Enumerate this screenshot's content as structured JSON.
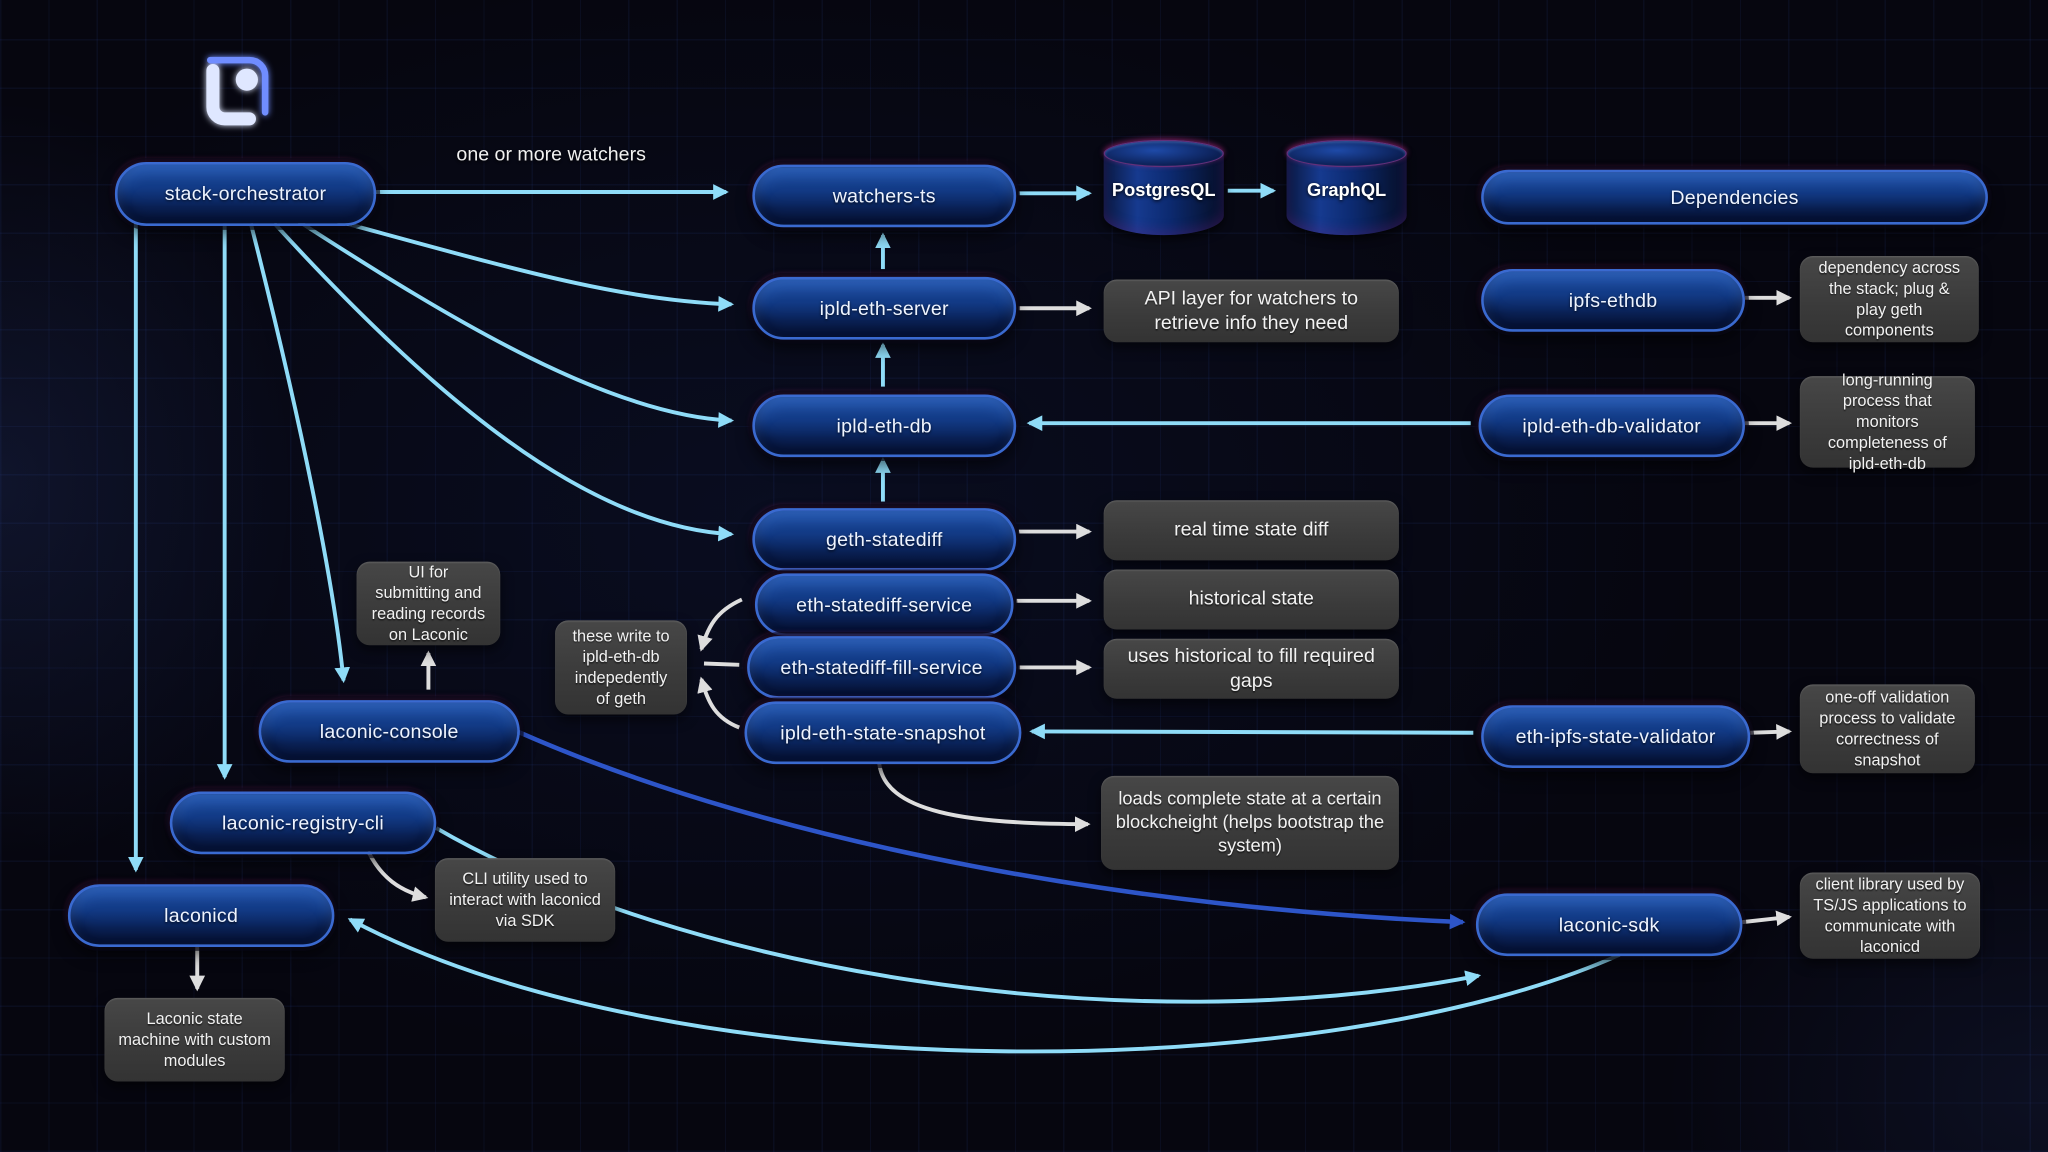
{
  "labels": {
    "watchers_edge": "one or more watchers"
  },
  "nodes": {
    "stack_orchestrator": "stack-orchestrator",
    "watchers_ts": "watchers-ts",
    "postgresql": "PostgresQL",
    "graphql": "GraphQL",
    "dependencies": "Dependencies",
    "ipld_eth_server": "ipld-eth-server",
    "ipfs_ethdb": "ipfs-ethdb",
    "ipld_eth_db": "ipld-eth-db",
    "ipld_eth_db_validator": "ipld-eth-db-validator",
    "geth_statediff": "geth-statediff",
    "eth_statediff_service": "eth-statediff-service",
    "eth_statediff_fill_service": "eth-statediff-fill-service",
    "ipld_eth_state_snapshot": "ipld-eth-state-snapshot",
    "eth_ipfs_state_validator": "eth-ipfs-state-validator",
    "laconic_console": "laconic-console",
    "laconic_registry_cli": "laconic-registry-cli",
    "laconicd": "laconicd",
    "laconic_sdk": "laconic-sdk"
  },
  "notes": {
    "api_layer": "API layer for watchers to retrieve info they need",
    "ipfs_ethdb": "dependency across the stack; plug & play geth components",
    "db_validator": "long-running process that monitors completeness of ipld-eth-db",
    "realtime": "real time state diff",
    "historical": "historical state",
    "gaps": "uses historical to fill required gaps",
    "writers": "these write to ipld-eth-db indepedently of geth",
    "console": "UI for submitting and reading records on Laconic",
    "cli": "CLI utility used to interact with laconicd via SDK",
    "snapshot": "loads complete state at a certain blockcheight (helps bootstrap the system)",
    "snapshot_validator": "one-off validation process to validate correctness of snapshot",
    "laconicd": "Laconic state machine with custom modules",
    "sdk": "client library used by TS/JS applications to communicate with laconicd"
  },
  "colors": {
    "arrow_cyan": "#8fdcf8",
    "arrow_white": "#dedede",
    "arrow_blue": "#2d55c8",
    "node_fill": "#0d2a66",
    "node_border": "#3a6ad0",
    "note_fill": "#3c3c3c",
    "background": "#06060f"
  }
}
